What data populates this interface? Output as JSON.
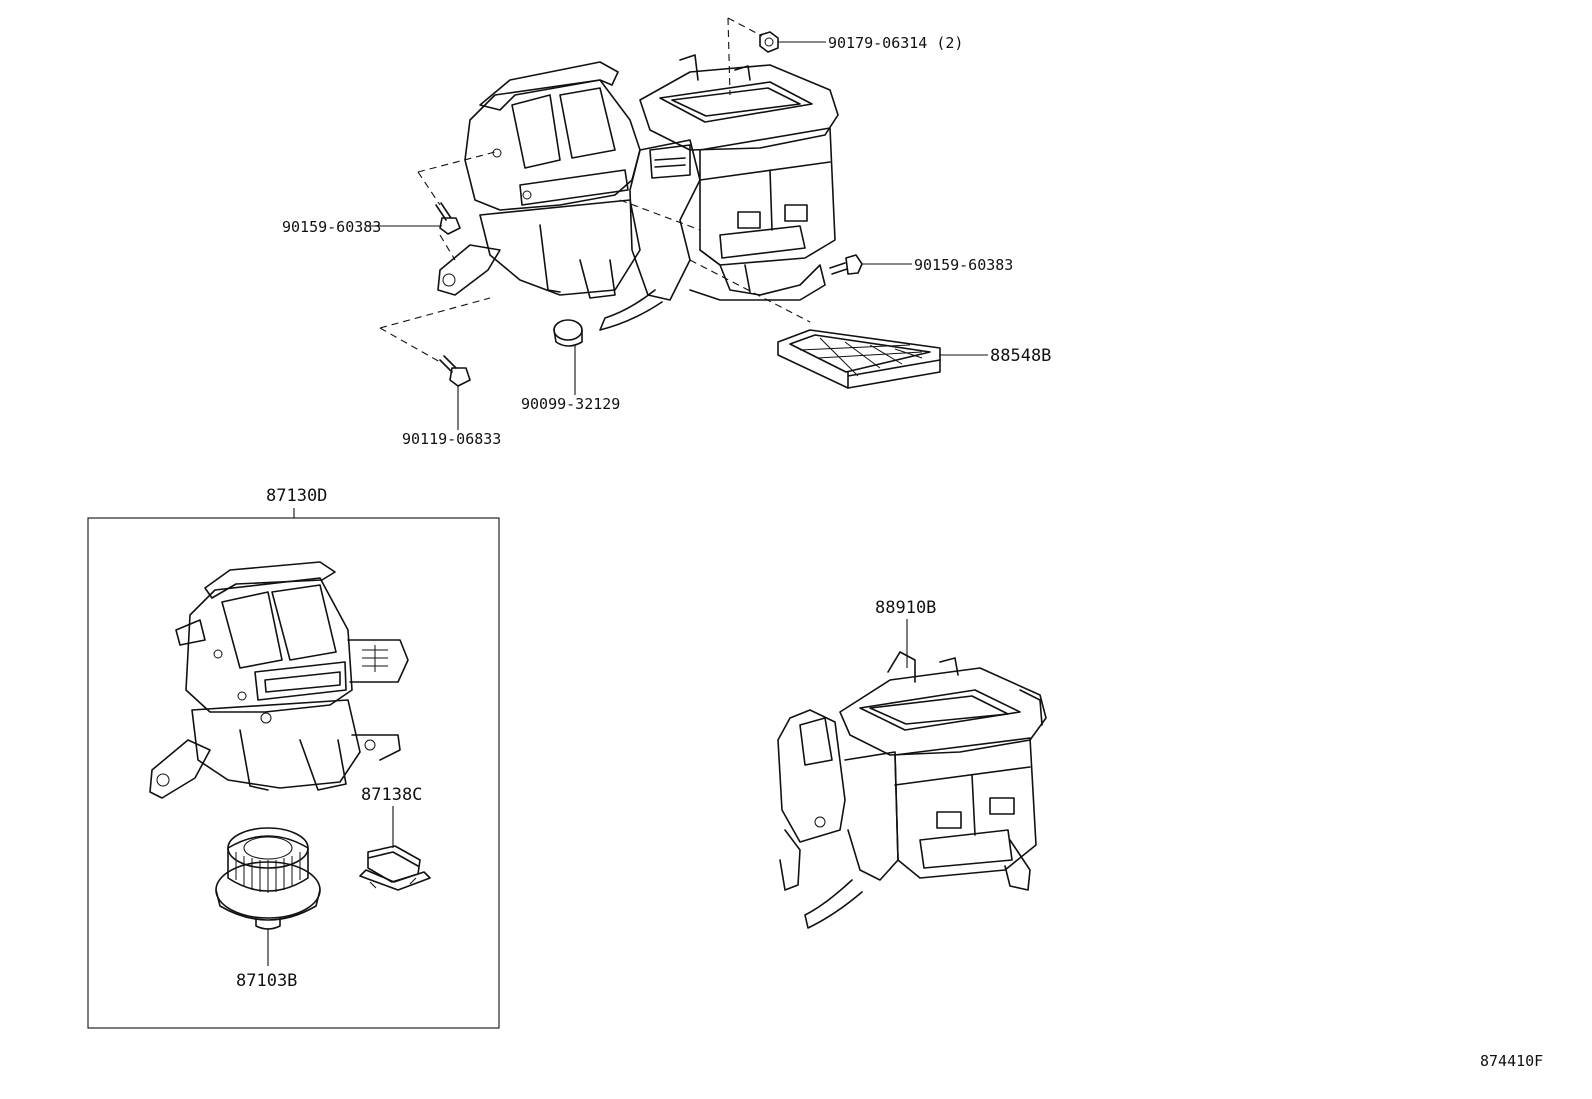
{
  "diagram": {
    "figure_id": "874410F",
    "callouts": {
      "nut_top": "90179-06314 (2)",
      "screw_left": "90159-60383",
      "screw_right": "90159-60383",
      "bolt_bottom": "90119-06833",
      "grommet": "90099-32129",
      "filter": "88548B",
      "blower_assembly": "87130D",
      "resistor": "87138C",
      "motor": "87103B",
      "heater_unit": "88910B"
    }
  }
}
